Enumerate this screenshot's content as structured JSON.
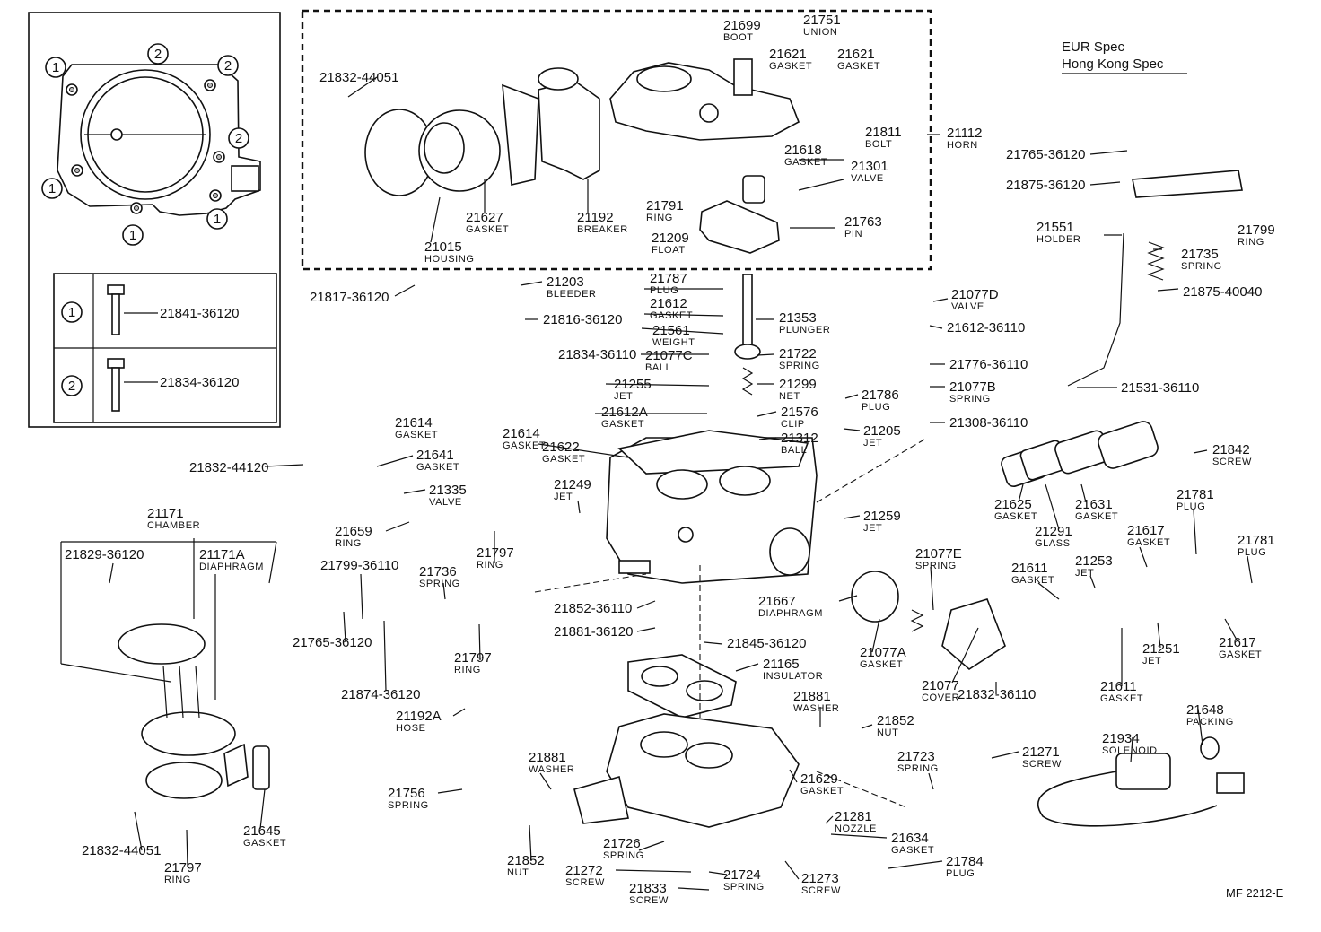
{
  "diagram": {
    "spec_lines": [
      "EUR Spec",
      "Hong Kong Spec"
    ],
    "figure_code": "MF 2212-E",
    "inset": {
      "bolt_markers": [
        "1",
        "2"
      ],
      "legend": [
        {
          "marker": "1",
          "part": "21841-36120"
        },
        {
          "marker": "2",
          "part": "21834-36120"
        }
      ]
    },
    "parts": [
      {
        "num": "21699",
        "name": "BOOT"
      },
      {
        "num": "21751",
        "name": "UNION"
      },
      {
        "num": "21621",
        "name": "GASKET"
      },
      {
        "num": "21621",
        "name": "GASKET"
      },
      {
        "num": "21832-44051",
        "name": ""
      },
      {
        "num": "21811",
        "name": "BOLT"
      },
      {
        "num": "21112",
        "name": "HORN"
      },
      {
        "num": "21618",
        "name": "GASKET"
      },
      {
        "num": "21301",
        "name": "VALVE"
      },
      {
        "num": "21627",
        "name": "GASKET"
      },
      {
        "num": "21192",
        "name": "BREAKER"
      },
      {
        "num": "21791",
        "name": "RING"
      },
      {
        "num": "21763",
        "name": "PIN"
      },
      {
        "num": "21209",
        "name": "FLOAT"
      },
      {
        "num": "21015",
        "name": "HOUSING"
      },
      {
        "num": "21765-36120",
        "name": ""
      },
      {
        "num": "21875-36120",
        "name": ""
      },
      {
        "num": "21551",
        "name": "HOLDER"
      },
      {
        "num": "21799",
        "name": "RING"
      },
      {
        "num": "21735",
        "name": "SPRING"
      },
      {
        "num": "21875-40040",
        "name": ""
      },
      {
        "num": "21817-36120",
        "name": ""
      },
      {
        "num": "21203",
        "name": "BLEEDER"
      },
      {
        "num": "21816-36120",
        "name": ""
      },
      {
        "num": "21787",
        "name": "PLUG"
      },
      {
        "num": "21612",
        "name": "GASKET"
      },
      {
        "num": "21353",
        "name": "PLUNGER"
      },
      {
        "num": "21561",
        "name": "WEIGHT"
      },
      {
        "num": "21077C",
        "name": "BALL"
      },
      {
        "num": "21722",
        "name": "SPRING"
      },
      {
        "num": "21834-36110",
        "name": ""
      },
      {
        "num": "21299",
        "name": "NET"
      },
      {
        "num": "21255",
        "name": "JET"
      },
      {
        "num": "21576",
        "name": "CLIP"
      },
      {
        "num": "21612A",
        "name": "GASKET"
      },
      {
        "num": "21786",
        "name": "PLUG"
      },
      {
        "num": "21077D",
        "name": "VALVE"
      },
      {
        "num": "21612-36110",
        "name": ""
      },
      {
        "num": "21776-36110",
        "name": ""
      },
      {
        "num": "21077B",
        "name": "SPRING"
      },
      {
        "num": "21308-36110",
        "name": ""
      },
      {
        "num": "21531-36110",
        "name": ""
      },
      {
        "num": "21614",
        "name": "GASKET"
      },
      {
        "num": "21614",
        "name": "GASKET"
      },
      {
        "num": "21622",
        "name": "GASKET"
      },
      {
        "num": "21312",
        "name": "BALL"
      },
      {
        "num": "21205",
        "name": "JET"
      },
      {
        "num": "21832-44120",
        "name": ""
      },
      {
        "num": "21641",
        "name": "GASKET"
      },
      {
        "num": "21335",
        "name": "VALVE"
      },
      {
        "num": "21659",
        "name": "RING"
      },
      {
        "num": "21249",
        "name": "JET"
      },
      {
        "num": "21259",
        "name": "JET"
      },
      {
        "num": "21842",
        "name": "SCREW"
      },
      {
        "num": "21625",
        "name": "GASKET"
      },
      {
        "num": "21631",
        "name": "GASKET"
      },
      {
        "num": "21291",
        "name": "GLASS"
      },
      {
        "num": "21781",
        "name": "PLUG"
      },
      {
        "num": "21617",
        "name": "GASKET"
      },
      {
        "num": "21781",
        "name": "PLUG"
      },
      {
        "num": "21611",
        "name": "GASKET"
      },
      {
        "num": "21253",
        "name": "JET"
      },
      {
        "num": "21171",
        "name": "CHAMBER"
      },
      {
        "num": "21829-36120",
        "name": ""
      },
      {
        "num": "21171A",
        "name": "DIAPHRAGM"
      },
      {
        "num": "21799-36110",
        "name": ""
      },
      {
        "num": "21736",
        "name": "SPRING"
      },
      {
        "num": "21797",
        "name": "RING"
      },
      {
        "num": "21077E",
        "name": "SPRING"
      },
      {
        "num": "21667",
        "name": "DIAPHRAGM"
      },
      {
        "num": "21852-36110",
        "name": ""
      },
      {
        "num": "21881-36120",
        "name": ""
      },
      {
        "num": "21765-36120",
        "name": ""
      },
      {
        "num": "21874-36120",
        "name": ""
      },
      {
        "num": "21797",
        "name": "RING"
      },
      {
        "num": "21845-36120",
        "name": ""
      },
      {
        "num": "21077A",
        "name": "GASKET"
      },
      {
        "num": "21077",
        "name": "COVER"
      },
      {
        "num": "21617",
        "name": "GASKET"
      },
      {
        "num": "21251",
        "name": "JET"
      },
      {
        "num": "21611",
        "name": "GASKET"
      },
      {
        "num": "21165",
        "name": "INSULATOR"
      },
      {
        "num": "21192A",
        "name": "HOSE"
      },
      {
        "num": "21881",
        "name": "WASHER"
      },
      {
        "num": "21852",
        "name": "NUT"
      },
      {
        "num": "21832-36110",
        "name": ""
      },
      {
        "num": "21648",
        "name": "PACKING"
      },
      {
        "num": "21934",
        "name": "SOLENOID"
      },
      {
        "num": "21881",
        "name": "WASHER"
      },
      {
        "num": "21271",
        "name": "SCREW"
      },
      {
        "num": "21723",
        "name": "SPRING"
      },
      {
        "num": "21629",
        "name": "GASKET"
      },
      {
        "num": "21645",
        "name": "GASKET"
      },
      {
        "num": "21756",
        "name": "SPRING"
      },
      {
        "num": "21281",
        "name": "NOZZLE"
      },
      {
        "num": "21634",
        "name": "GASKET"
      },
      {
        "num": "21832-44051",
        "name": ""
      },
      {
        "num": "21726",
        "name": "SPRING"
      },
      {
        "num": "21852",
        "name": "NUT"
      },
      {
        "num": "21784",
        "name": "PLUG"
      },
      {
        "num": "21797",
        "name": "RING"
      },
      {
        "num": "21272",
        "name": "SCREW"
      },
      {
        "num": "21724",
        "name": "SPRING"
      },
      {
        "num": "21273",
        "name": "SCREW"
      },
      {
        "num": "21833",
        "name": "SCREW"
      }
    ]
  }
}
